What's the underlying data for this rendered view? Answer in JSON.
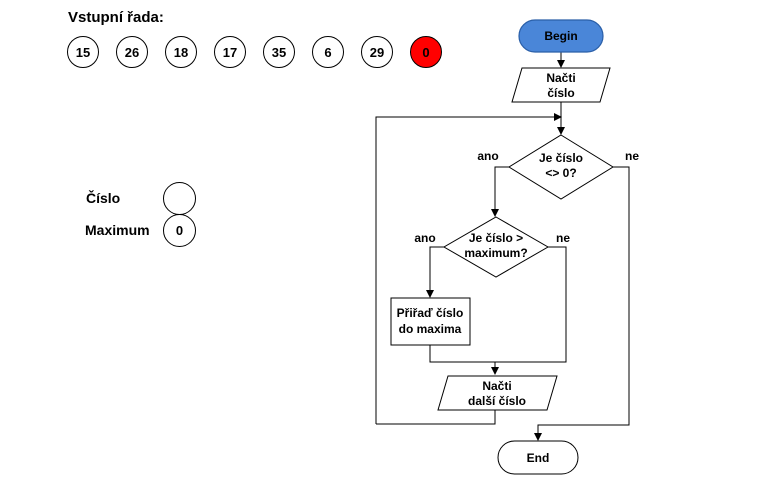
{
  "input": {
    "title": "Vstupní řada",
    "values": [
      "15",
      "26",
      "18",
      "17",
      "35",
      "6",
      "29",
      "0"
    ],
    "current_index": 7,
    "current_color": "#ff0000"
  },
  "variables": {
    "cislo_label": "Číslo",
    "cislo_value": "",
    "maximum_label": "Maximum",
    "maximum_value": "0"
  },
  "flowchart": {
    "begin": "Begin",
    "read_line1": "Načti",
    "read_line2": "číslo",
    "cond1_line1": "Je číslo",
    "cond1_line2": "<> 0?",
    "cond2_line1": "Je číslo >",
    "cond2_line2": "maximum?",
    "assign_line1": "Přiřaď číslo",
    "assign_line2": "do maxima",
    "next_line1": "Načti",
    "next_line2": "další číslo",
    "end": "End",
    "yes_label": "ano",
    "no_label": "ne",
    "begin_color": "#4a86d8"
  }
}
